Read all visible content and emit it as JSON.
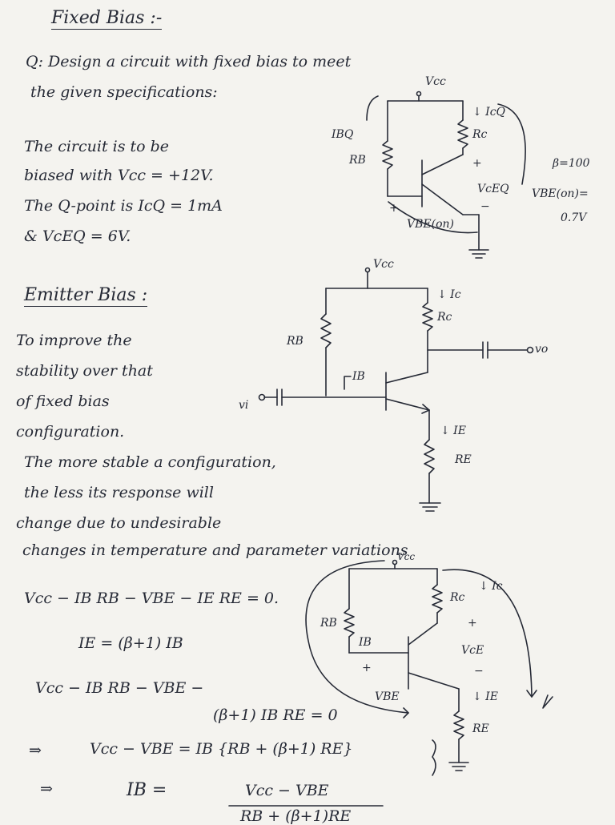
{
  "heading_fixed": "Fixed Bias :-",
  "question": {
    "line1": "Q: Design a circuit with fixed bias to meet",
    "line2": "the given specifications:"
  },
  "fixed_text": [
    "The circuit is to be",
    "biased with Vcc = +12V.",
    "The Q-point is IcQ = 1mA",
    "& VcEQ = 6V."
  ],
  "fixed_circuit": {
    "vcc": "Vcc",
    "ibq": "IBQ",
    "rb": "RB",
    "icq": "↓ IcQ",
    "rc": "Rc",
    "plus_ce": "+",
    "vceq": "VcEQ",
    "plus_be": "+",
    "minus_ce": "−",
    "vbe_on": "VBE(on)",
    "beta": "β=100",
    "vbe_spec_1": "VBE(on)=",
    "vbe_spec_2": "0.7V"
  },
  "heading_emitter": "Emitter Bias :",
  "emitter_text": [
    "To improve the",
    "stability over that",
    "of fixed bias",
    "configuration."
  ],
  "stability_note": {
    "line1": "The more stable a configuration,",
    "line2": "the less its response will",
    "line3": "change due to undesirable",
    "line4": "changes in temperature and parameter variations"
  },
  "emitter_circuit": {
    "vcc": "Vcc",
    "ic": "↓ Ic",
    "rc": "Rc",
    "rb": "RB",
    "ib": "IB",
    "vo": "vo",
    "vi": "vi",
    "ie": "↓ IE",
    "re": "RE"
  },
  "kvl_circuit": {
    "vcc": "Vcc",
    "ic": "↓ Ic",
    "rc": "Rc",
    "rb": "RB",
    "ib": "IB",
    "plus_ce": "+",
    "vce": "VcE",
    "minus_ce": "−",
    "plus_be": "+",
    "vbe": "VBE",
    "ie": "↓ IE",
    "re": "RE"
  },
  "equations": {
    "eq1": "Vcc − IB RB − VBE − IE RE = 0.",
    "eq2": "IE = (β+1) IB",
    "eq3a": "Vcc − IB RB − VBE −",
    "eq3b": "(β+1) IB RE = 0",
    "eq4_arrow": "⇒",
    "eq4": "Vcc − VBE = IB {RB + (β+1) RE}",
    "eq5_arrow": "⇒",
    "eq5_lhs": "IB =",
    "eq5_num": "Vcc − VBE",
    "eq5_den": "RB + (β+1)RE"
  }
}
